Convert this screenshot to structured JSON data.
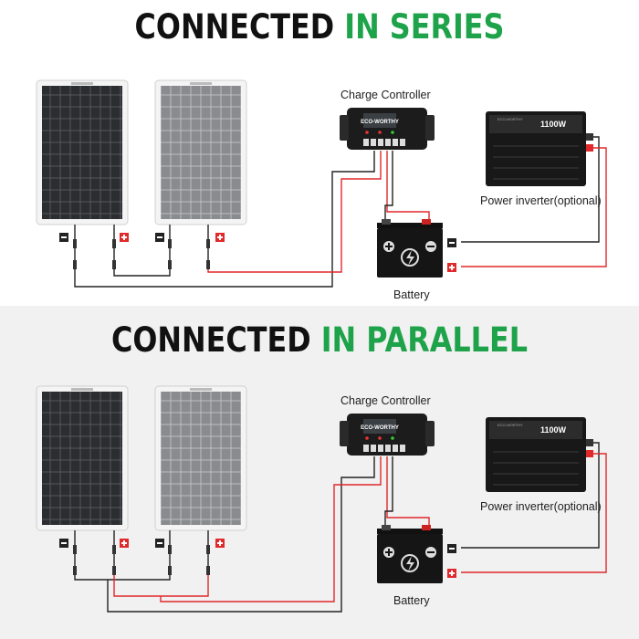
{
  "series": {
    "heading_part1": "CONNECTED",
    "heading_part2": "IN SERIES"
  },
  "parallel": {
    "heading_part1": "CONNECTED",
    "heading_part2": "IN PARALLEL"
  },
  "labels": {
    "charge_controller": "Charge Controller",
    "power_inverter": "Power inverter(optional)",
    "battery": "Battery",
    "brand": "ECO-WORTHY",
    "inverter_rating": "1100W"
  },
  "colors": {
    "accent_green": "#1fa34a",
    "positive_wire": "#e0292b",
    "negative_wire": "#222222"
  }
}
